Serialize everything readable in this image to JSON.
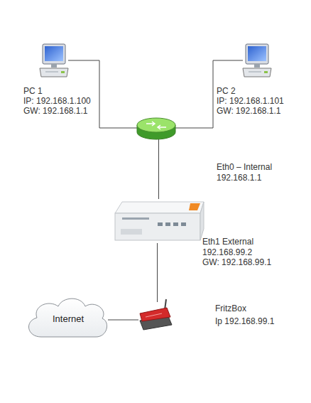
{
  "diagram": {
    "nodes": [
      {
        "text": [
          "PC 1",
          "IP: 192.168.1.100",
          "GW: 192.168.1.1"
        ]
      },
      {
        "text": [
          "PC 2",
          "IP: 192.168.1.101",
          "GW: 192.168.1.1"
        ]
      },
      {
        "text": [
          "Eth0 – Internal",
          "192.168.1.1",
          "Eth1 External",
          "192.168.99.2",
          "GW: 192.168.99.1"
        ]
      },
      {
        "text": [
          "Internet"
        ]
      },
      {
        "text": [
          "FritzBox",
          "Ip 192.168.99.1"
        ]
      }
    ],
    "edges": [
      {
        "from": 0,
        "to": 2,
        "arrow": "none"
      },
      {
        "from": 1,
        "to": 2,
        "arrow": "none"
      },
      {
        "from": 2,
        "to": 4,
        "arrow": "none"
      },
      {
        "from": 4,
        "to": 3,
        "arrow": "none"
      }
    ]
  }
}
